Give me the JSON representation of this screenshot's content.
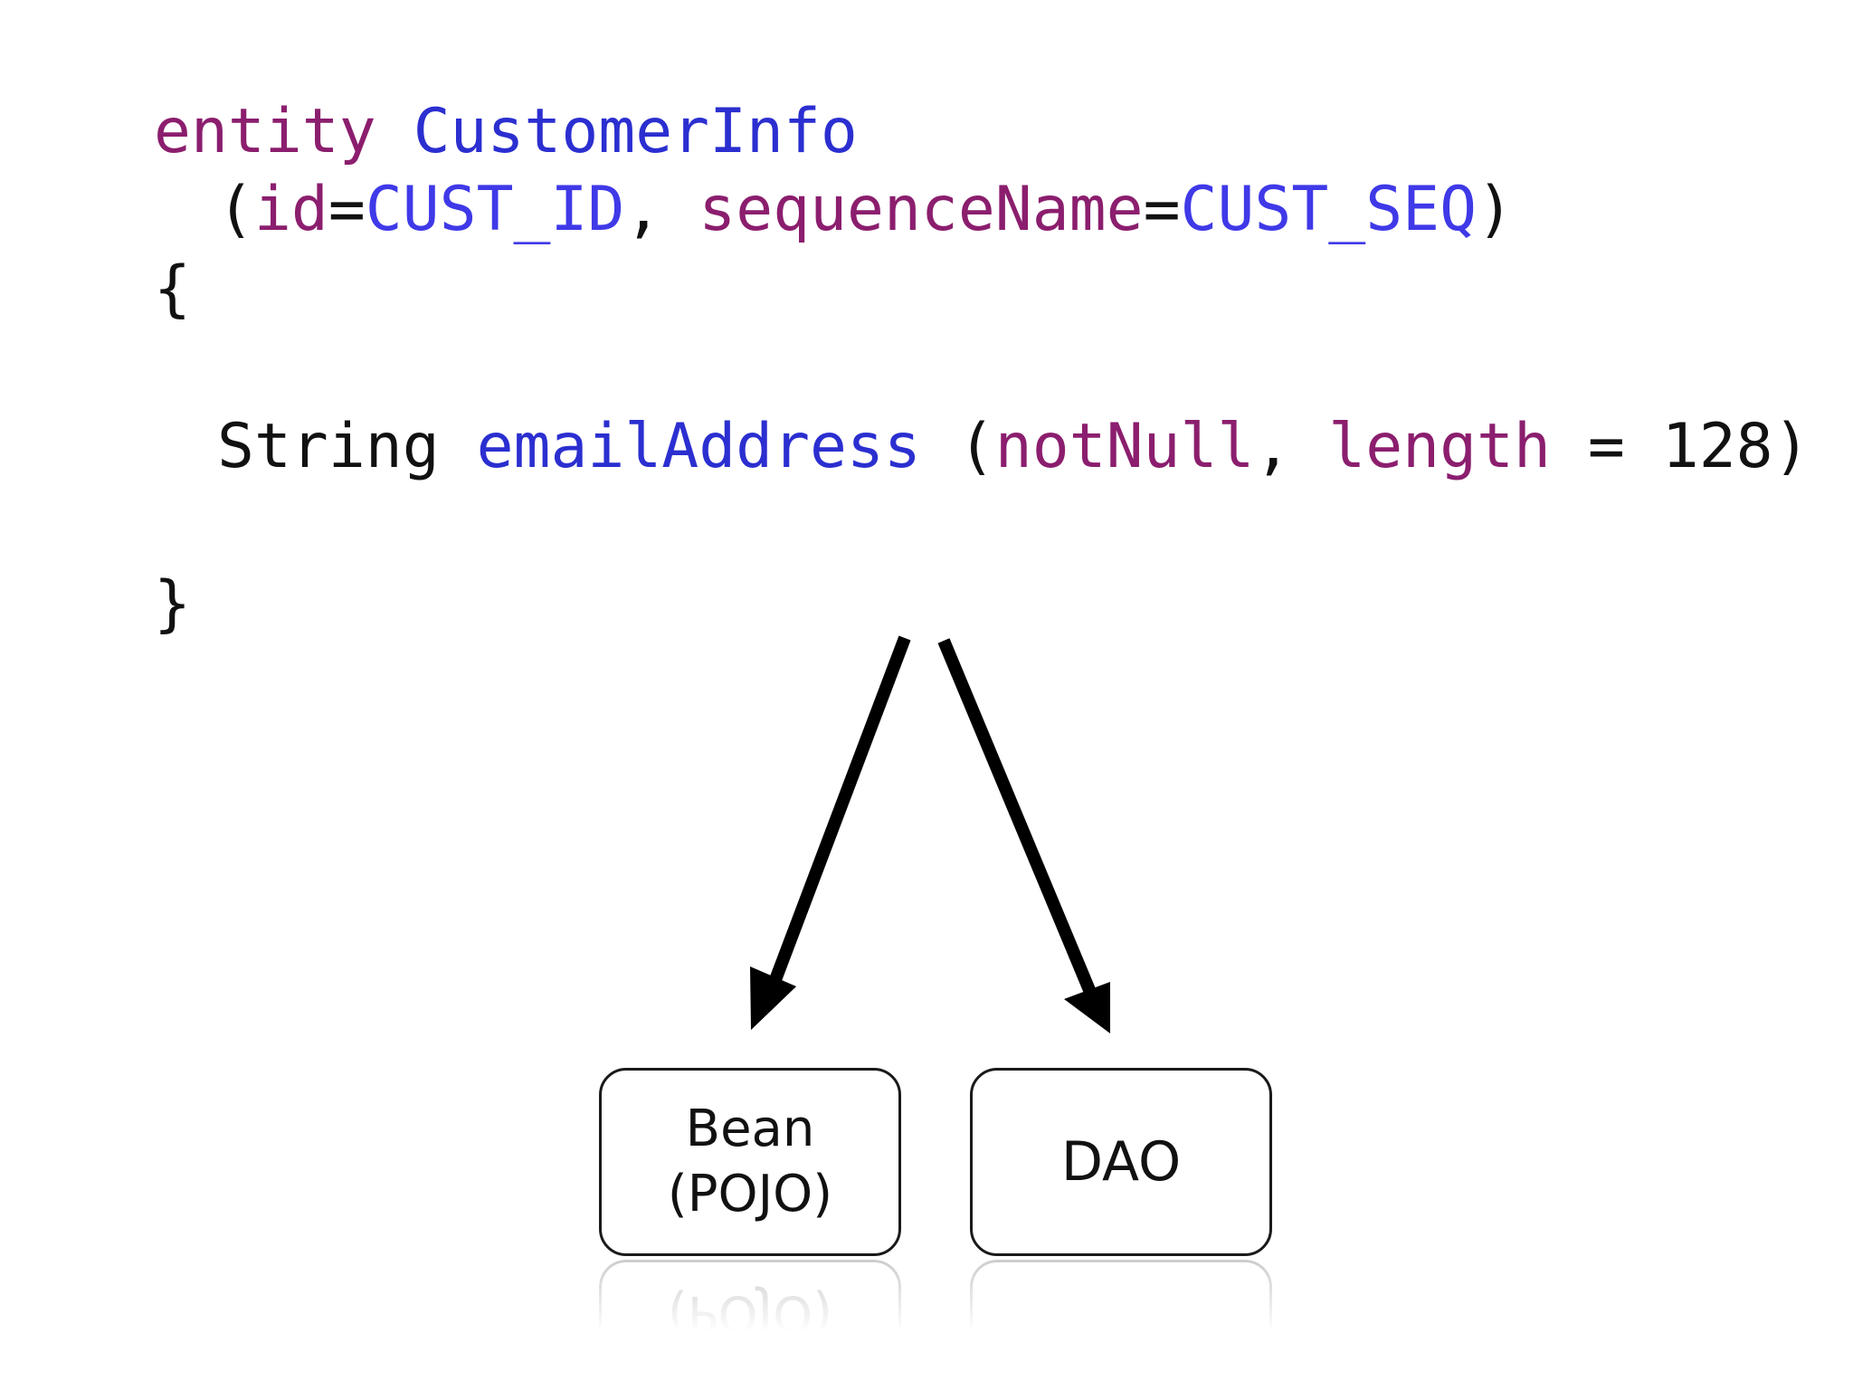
{
  "code": {
    "line1": {
      "keyword": "entity",
      "name": "CustomerInfo"
    },
    "line2": {
      "open": "(",
      "k1": "id",
      "eq1": "=",
      "v1": "CUST_ID",
      "sep": ",",
      "k2": "sequenceName",
      "eq2": "=",
      "v2": "CUST_SEQ",
      "close": ")"
    },
    "open_brace": "{",
    "line4": {
      "type": "String",
      "field": "emailAddress",
      "open": "(",
      "opt1": "notNull",
      "sep": ",",
      "opt2": "length",
      "eq": "=",
      "num": "128",
      "close": ")"
    },
    "close_brace": "}"
  },
  "boxes": {
    "bean": {
      "line1": "Bean",
      "line2": "(POJO)"
    },
    "dao": {
      "label": "DAO"
    }
  },
  "colors": {
    "keyword": "#8b1e6e",
    "identifier": "#2b2fd0",
    "value": "#3f39e8",
    "text": "#111111"
  }
}
